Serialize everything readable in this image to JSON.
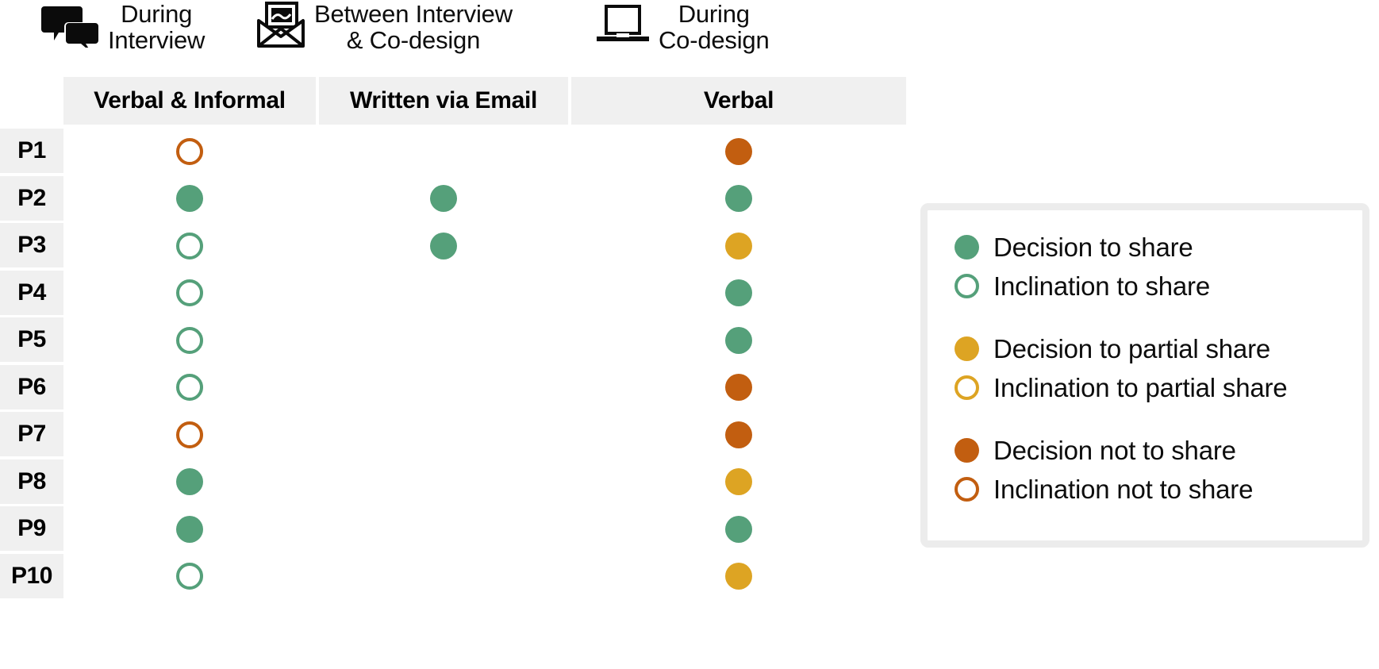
{
  "phases": [
    {
      "icon": "speech-bubbles-icon",
      "label": "During\nInterview"
    },
    {
      "icon": "open-envelope-icon",
      "label": "Between Interview\n& Co-design"
    },
    {
      "icon": "laptop-icon",
      "label": "During\nCo-design"
    }
  ],
  "columns": [
    {
      "header": "Verbal & Informal"
    },
    {
      "header": "Written via Email"
    },
    {
      "header": "Verbal"
    }
  ],
  "participants": [
    "P1",
    "P2",
    "P3",
    "P4",
    "P5",
    "P6",
    "P7",
    "P8",
    "P9",
    "P10"
  ],
  "legend": {
    "groups": [
      {
        "items": [
          {
            "marker": "green-fill",
            "label": "Decision to share"
          },
          {
            "marker": "green-open",
            "label": "Inclination to share"
          }
        ]
      },
      {
        "items": [
          {
            "marker": "yellow-fill",
            "label": "Decision to partial share"
          },
          {
            "marker": "yellow-open",
            "label": "Inclination to partial share"
          }
        ]
      },
      {
        "items": [
          {
            "marker": "orange-fill",
            "label": "Decision not to share"
          },
          {
            "marker": "orange-open",
            "label": "Inclination not to share"
          }
        ]
      }
    ]
  },
  "colors": {
    "green": "#55a07a",
    "yellow": "#dda423",
    "orange": "#c25e10",
    "cell_background": "#f0f0f0",
    "legend_border": "#ececec",
    "page_background": "#ffffff"
  },
  "chart_data": {
    "type": "table",
    "title": "",
    "row_label_header": "",
    "categories": [
      "Verbal & Informal",
      "Written via Email",
      "Verbal"
    ],
    "phase_groups": [
      "During Interview",
      "Between Interview & Co-design",
      "During Co-design"
    ],
    "rows": [
      "P1",
      "P2",
      "P3",
      "P4",
      "P5",
      "P6",
      "P7",
      "P8",
      "P9",
      "P10"
    ],
    "marker_legend": {
      "green-fill": "Decision to share",
      "green-open": "Inclination to share",
      "yellow-fill": "Decision to partial share",
      "yellow-open": "Inclination to partial share",
      "orange-fill": "Decision not to share",
      "orange-open": "Inclination not to share",
      "none": "no data"
    },
    "values": [
      [
        "orange-open",
        "none",
        "orange-fill"
      ],
      [
        "green-fill",
        "green-fill",
        "green-fill"
      ],
      [
        "green-open",
        "green-fill",
        "yellow-fill"
      ],
      [
        "green-open",
        "none",
        "green-fill"
      ],
      [
        "green-open",
        "none",
        "green-fill"
      ],
      [
        "green-open",
        "none",
        "orange-fill"
      ],
      [
        "orange-open",
        "none",
        "orange-fill"
      ],
      [
        "green-fill",
        "none",
        "yellow-fill"
      ],
      [
        "green-fill",
        "none",
        "green-fill"
      ],
      [
        "green-open",
        "none",
        "yellow-fill"
      ]
    ]
  }
}
